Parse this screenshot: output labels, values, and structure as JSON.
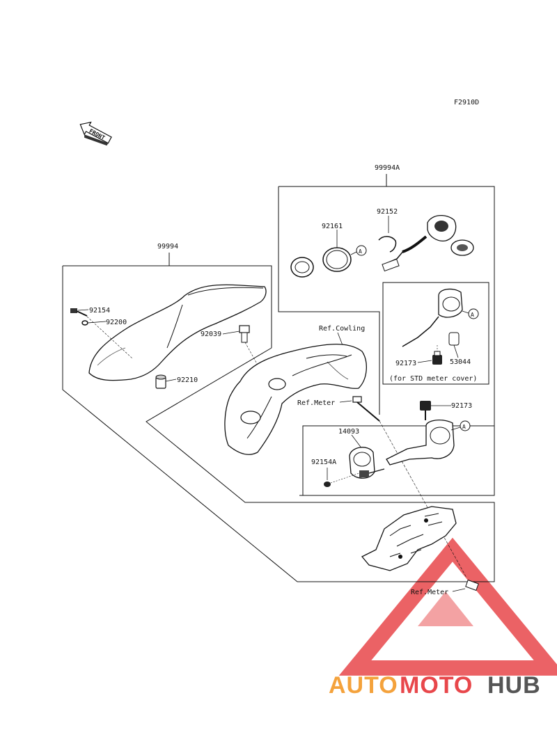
{
  "diagram": {
    "code": "F2910D",
    "front_label": "FRONT",
    "group_labels": {
      "kit_main": "99994",
      "kit_a": "99994A",
      "std_note": "(for STD meter cover)"
    },
    "callouts": {
      "a_circle": "A",
      "p92154": "92154",
      "p92200": "92200",
      "p92210": "92210",
      "p92039": "92039",
      "ref_cowling": "Ref.Cowling",
      "ref_meter_1": "Ref.Meter",
      "ref_meter_2": "Ref.Meter",
      "p92161": "92161",
      "p92152": "92152",
      "p92173_a": "92173",
      "p53044": "53044",
      "p92173_b": "92173",
      "p14093": "14093",
      "p92154a": "92154A"
    }
  },
  "watermark": {
    "brand_part1": "AUTO",
    "brand_part2": "MOTO",
    "brand_part3": "HUB",
    "colors": {
      "auto": "#f4a23c",
      "moto": "#e8474b",
      "hub": "#555555",
      "logo": "#e8474b"
    }
  }
}
